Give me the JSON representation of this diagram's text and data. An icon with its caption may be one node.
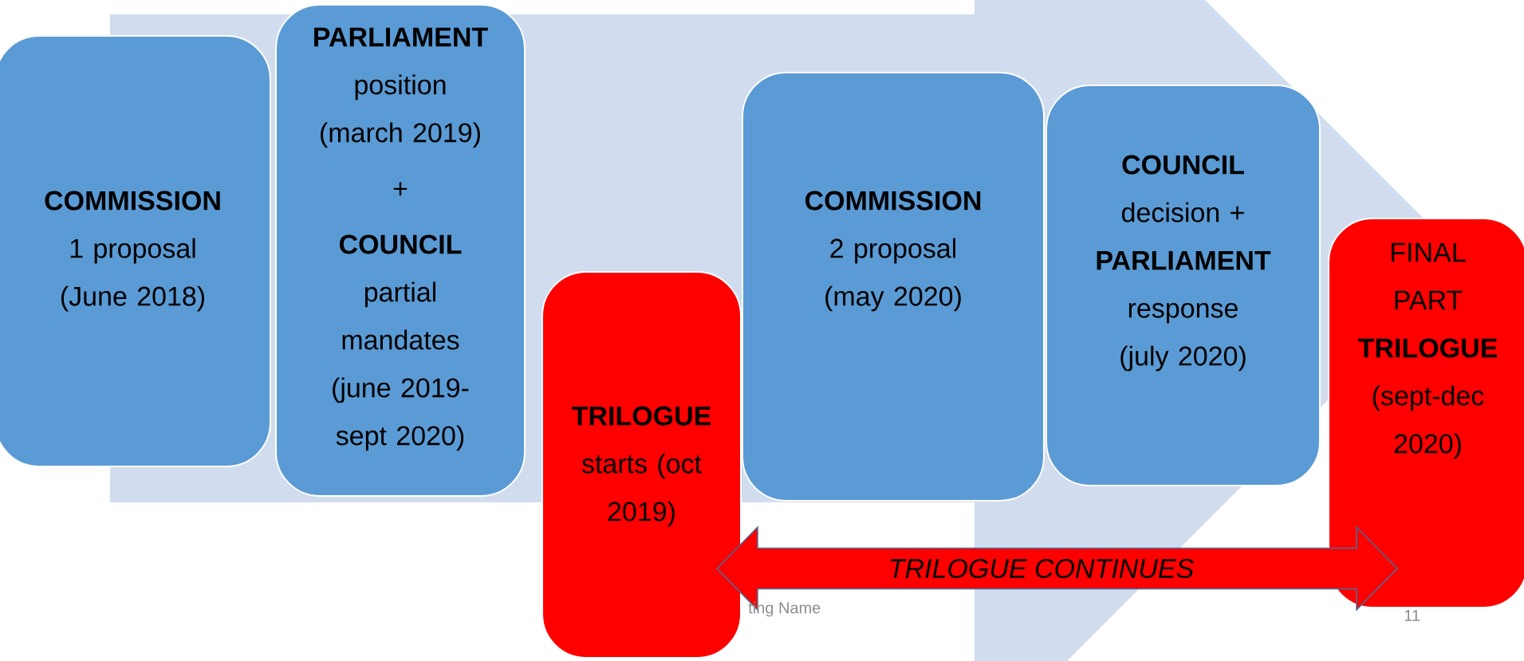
{
  "diagram": {
    "nodes": [
      {
        "text": [
          "**COMMISSION** 1 proposal (June 2018)"
        ]
      },
      {
        "text": [
          "**PARLIAMENT** position (march 2019)",
          "+",
          "**COUNCIL** partial mandates (june 2019-sept 2020)"
        ]
      },
      {
        "text": [
          "**TRILOGUE** starts (oct 2019)"
        ]
      },
      {
        "text": [
          "**COMMISSION** 2 proposal (may 2020)"
        ]
      },
      {
        "text": [
          "**COUNCIL** decision + **PARLIAMENT** response (july 2020)"
        ]
      },
      {
        "text": [
          "FINAL PART **TRILOGUE** (sept-dec 2020)"
        ]
      }
    ],
    "edges": [
      {
        "from": 2,
        "to": 5,
        "arrow": "both",
        "label": "TRILOGUE CONTINUES"
      },
      {
        "from": 0,
        "to": 5,
        "arrow": "to",
        "color": "#d1dcee"
      }
    ],
    "labels": [
      "ting Name",
      "11"
    ]
  }
}
